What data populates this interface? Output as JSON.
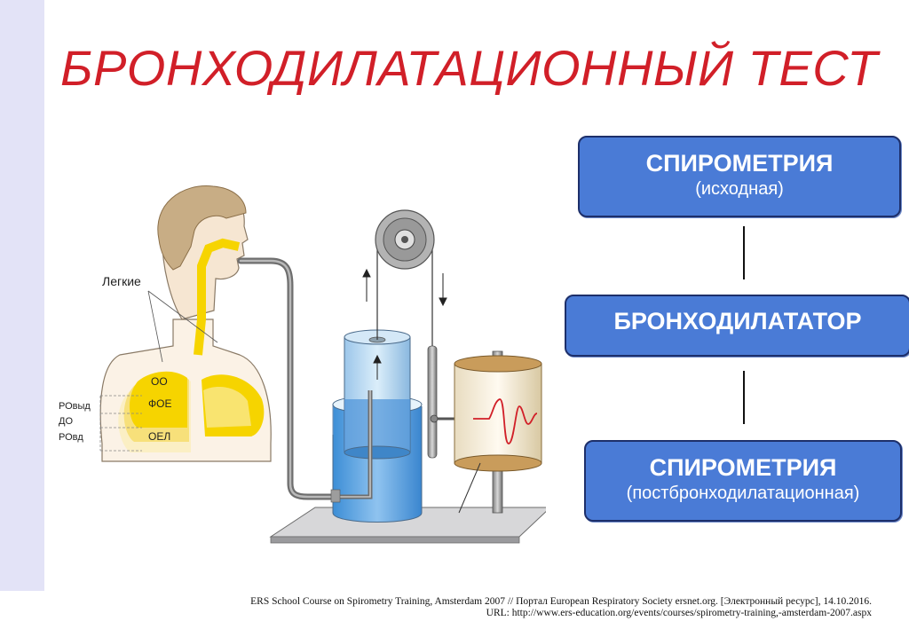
{
  "slide": {
    "title": "БРОНХОДИЛАТАЦИОННЫЙ  ТЕСТ"
  },
  "flow": {
    "step1": {
      "label": "СПИРОМЕТРИЯ",
      "sublabel": "(исходная)"
    },
    "step2": {
      "label": "БРОНХОДИЛАТАТОР"
    },
    "step3": {
      "label": "СПИРОМЕТРИЯ",
      "sublabel": "(постбронходилатационная)"
    }
  },
  "diagram": {
    "lungs_label": "Легкие",
    "volumes": [
      "ОО",
      "ФОЕ",
      "ОЕЛ"
    ],
    "side_labels": [
      "РОвыд",
      "ДО",
      "РОвд"
    ]
  },
  "footer": {
    "line1": "ERS School Course on Spirometry Training, Amsterdam 2007 // Портал European Respiratory Society ersnet.org. [Электронный ресурс], 14.10.2016.",
    "line2": "URL: http://www.ers-education.org/events/courses/spirometry-training,-amsterdam-2007.aspx"
  },
  "colors": {
    "title": "#d11f28",
    "box_fill": "#4a7bd6",
    "box_border": "#1d2f6a",
    "side_band": "#e3e3f7",
    "lung_yellow": "#f6d400"
  }
}
